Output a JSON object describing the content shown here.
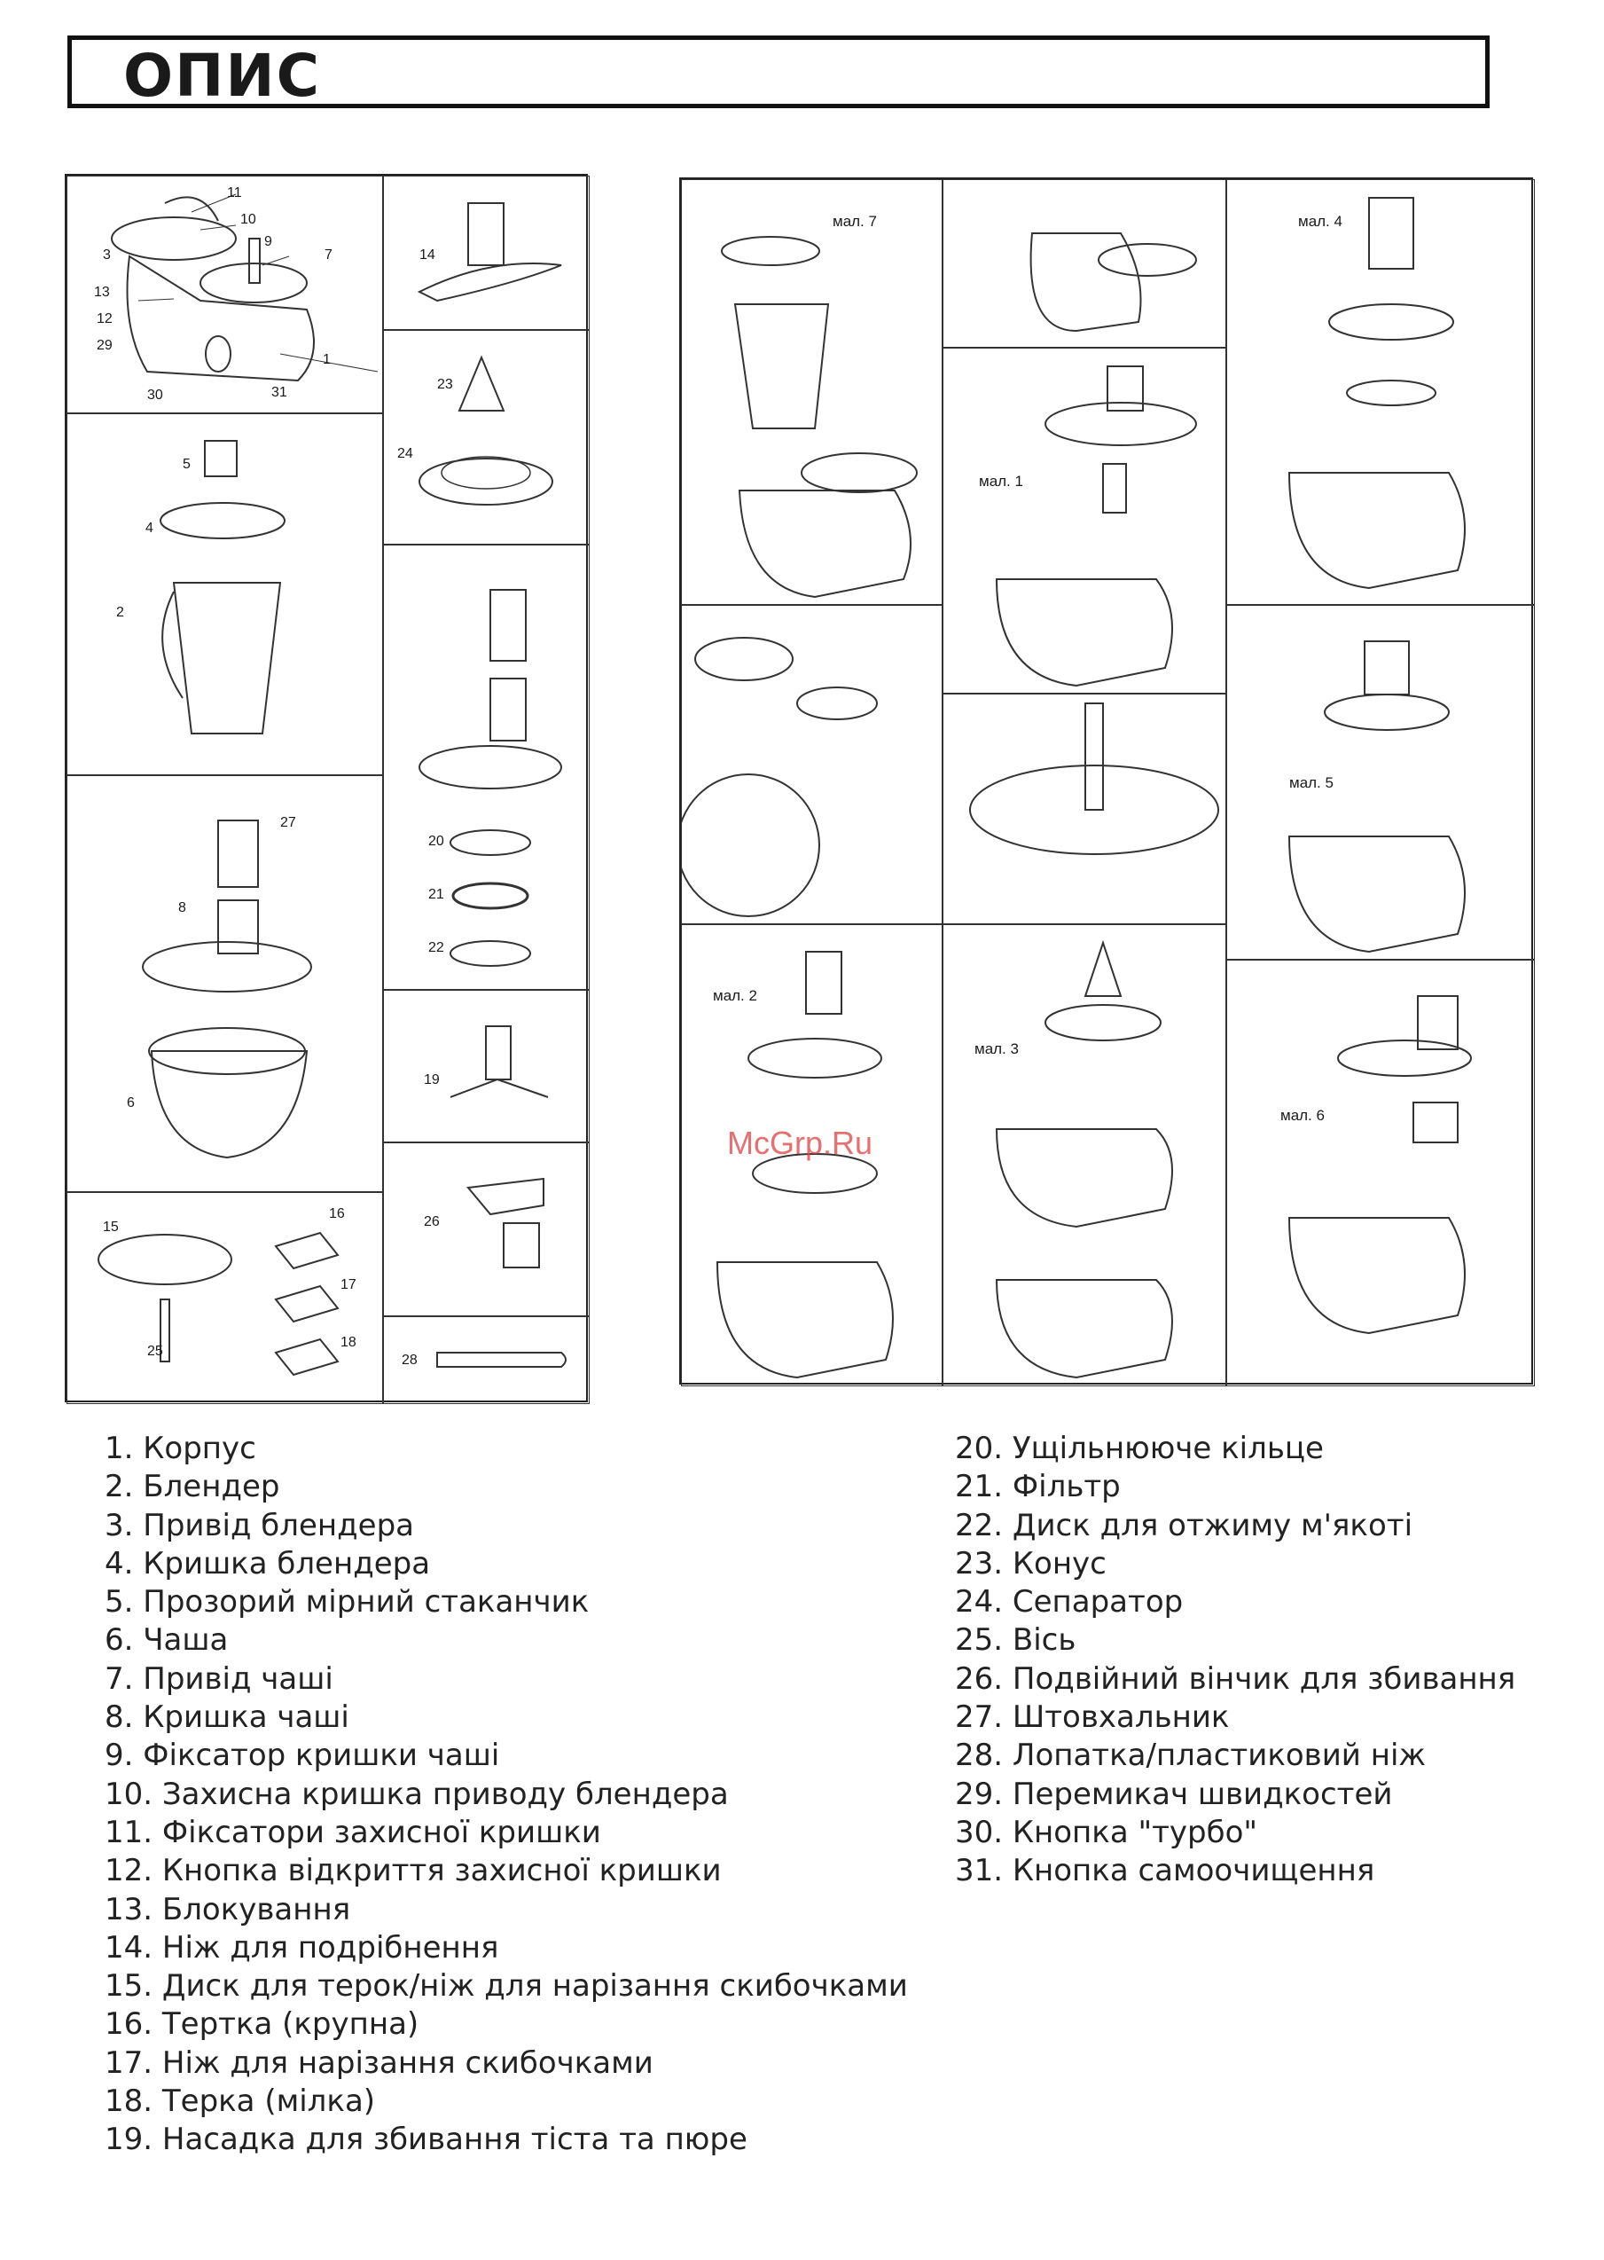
{
  "title": "ОПИС",
  "parts_figure": {
    "callouts_main": [
      "11",
      "10",
      "3",
      "9",
      "7",
      "13",
      "12",
      "29",
      "1",
      "30",
      "31"
    ],
    "callouts": {
      "n14": "14",
      "n23": "23",
      "n24": "24",
      "n5": "5",
      "n4": "4",
      "n2": "2",
      "n27": "27",
      "n8": "8",
      "n6": "6",
      "n20": "20",
      "n21": "21",
      "n22": "22",
      "n19": "19",
      "n26": "26",
      "n15": "15",
      "n16": "16",
      "n17": "17",
      "n18": "18",
      "n25": "25",
      "n28": "28"
    }
  },
  "assembly_figure": {
    "labels": {
      "mal7": "мал. 7",
      "mal4": "мал. 4",
      "mal1": "мал. 1",
      "mal5": "мал. 5",
      "mal2": "мал. 2",
      "mal3": "мал. 3",
      "mal6": "мал. 6"
    }
  },
  "watermark": "McGrp.Ru",
  "legend_left": [
    "1. Корпус",
    "2. Блендер",
    "3. Привід блендера",
    "4. Кришка блендера",
    "5. Прозорий мірний стаканчик",
    "6. Чаша",
    "7. Привід чаші",
    "8. Кришка чаші",
    "9. Фіксатор кришки чаші",
    "10. Захисна кришка приводу блендера",
    "11. Фіксатори захисної кришки",
    "12. Кнопка відкриття захисної кришки",
    "13. Блокування",
    "14. Ніж для подрібнення",
    "15. Диск для терок/ніж для нарізання скибочками",
    "16. Тертка (крупна)",
    "17. Ніж для нарізання скибочками",
    "18. Терка (мілка)",
    "19. Насадка для збивання тіста та пюре"
  ],
  "legend_right": [
    "20. Ущільнююче кільце",
    "21. Фільтр",
    "22. Диск для отжиму м'якоті",
    "23. Конус",
    "24. Сепаратор",
    "25. Вісь",
    "26. Подвійний вінчик для збивання",
    "27. Штовхальник",
    "28. Лопатка/пластиковий ніж",
    "29. Перемикач швидкостей",
    "30. Кнопка \"турбо\"",
    "31. Кнопка самоочищення"
  ]
}
